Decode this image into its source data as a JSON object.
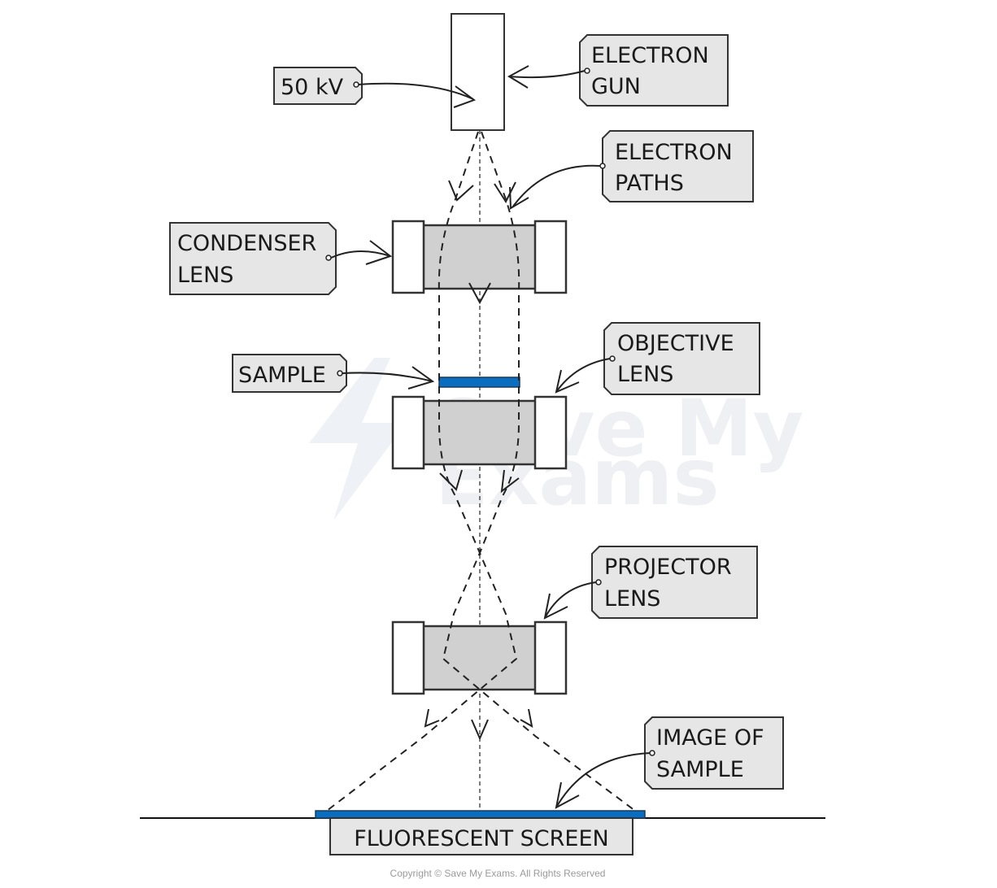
{
  "diagram": {
    "title": "Transmission electron microscope",
    "labels": {
      "voltage": "50 kV",
      "electron_gun": [
        "ELECTRON",
        "GUN"
      ],
      "electron_paths": [
        "ELECTRON",
        "PATHS"
      ],
      "condenser_lens": [
        "CONDENSER",
        "LENS"
      ],
      "sample": "SAMPLE",
      "objective_lens": [
        "OBJECTIVE",
        "LENS"
      ],
      "projector_lens": [
        "PROJECTOR",
        "LENS"
      ],
      "image_of_sample": [
        "IMAGE OF",
        "SAMPLE"
      ],
      "fluorescent_screen": "FLUORESCENT SCREEN"
    },
    "watermark": [
      "Save My",
      "Exams"
    ],
    "copyright": "Copyright © Save My Exams. All Rights Reserved",
    "colors": {
      "tag_fill": "#e6e6e6",
      "lens_fill": "#d0d0d0",
      "sample_blue": "#0a6ec0",
      "stroke": "#222222"
    }
  }
}
